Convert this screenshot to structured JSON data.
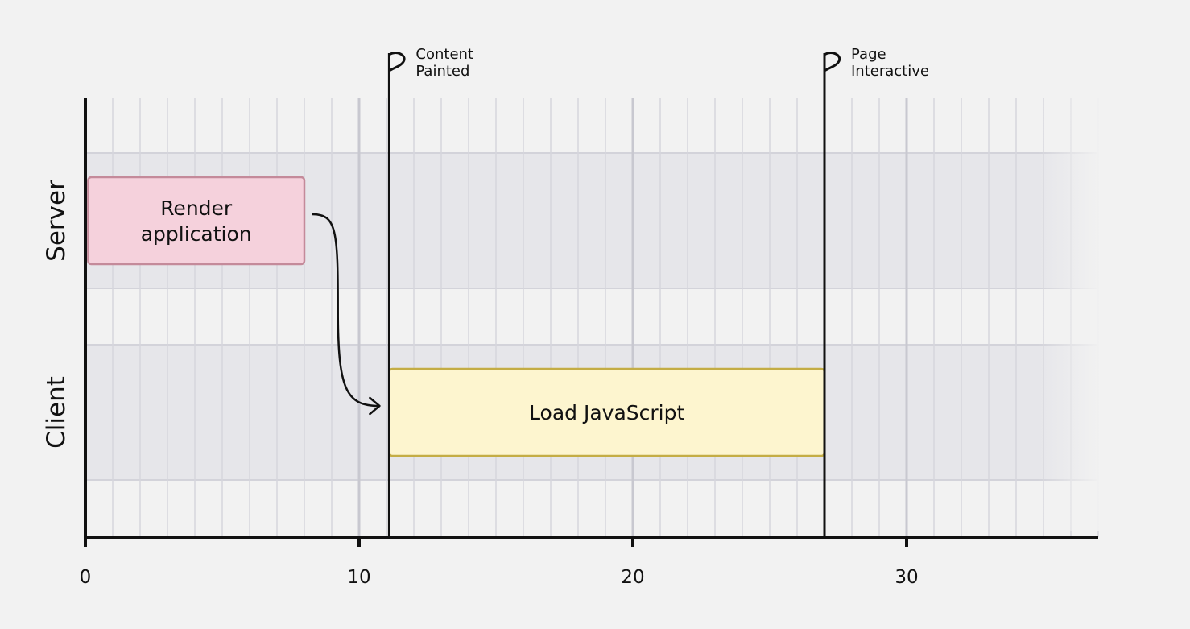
{
  "chart_data": {
    "type": "timeline",
    "x_range": [
      0,
      37
    ],
    "x_ticks": [
      0,
      10,
      20,
      30
    ],
    "x_tick_labels": [
      "0",
      "10",
      "20",
      "30"
    ],
    "minor_grid_step": 1,
    "lanes": [
      {
        "name": "Server",
        "label": "Server",
        "fill": "#e6e6ea"
      },
      {
        "name": "Client",
        "label": "Client",
        "fill": "#e6e6ea"
      }
    ],
    "tasks": [
      {
        "lane": "Server",
        "label_lines": [
          "Render",
          "application"
        ],
        "start": 0.1,
        "end": 8,
        "fill": "#f5d1dc",
        "stroke": "#c48a9a"
      },
      {
        "lane": "Client",
        "label_lines": [
          "Load JavaScript"
        ],
        "start": 11.1,
        "end": 27,
        "fill": "#fdf5cf",
        "stroke": "#c4ad45"
      }
    ],
    "milestones": [
      {
        "x": 11.1,
        "label_lines": [
          "Content",
          "Painted"
        ]
      },
      {
        "x": 27,
        "label_lines": [
          "Page",
          "Interactive"
        ]
      }
    ],
    "dependencies": [
      {
        "from": "Render application",
        "to": "Load JavaScript"
      }
    ]
  },
  "colors": {
    "background": "#f2f2f2",
    "axis": "#111111",
    "grid_minor": "#d6d6dc",
    "grid_major": "#c8c8d0"
  }
}
